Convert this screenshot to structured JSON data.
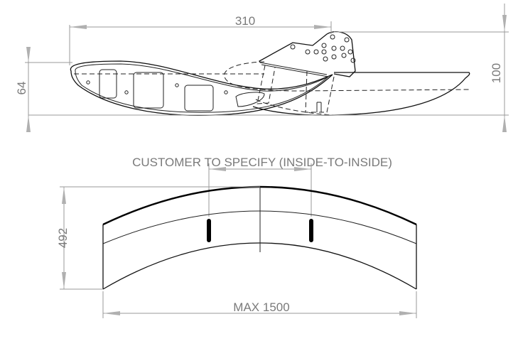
{
  "title": "Wing / seat assembly dimensional drawing",
  "dimensions": {
    "top_width": "310",
    "height_total": "100",
    "height_body": "64",
    "depth": "492",
    "max_span": "MAX 1500",
    "spacing_note": "CUSTOMER TO SPECIFY (INSIDE-TO-INSIDE)"
  },
  "colors": {
    "dimension": "#9a9a9a",
    "label": "#7a7a7a",
    "outline": "#111111"
  }
}
